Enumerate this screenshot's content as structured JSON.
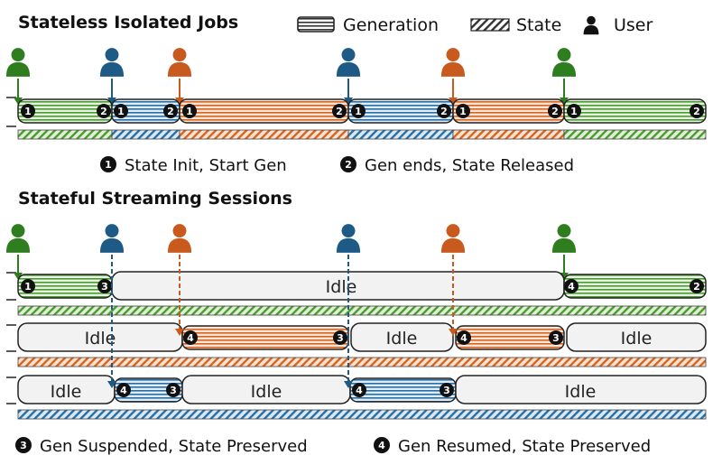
{
  "titles": {
    "stateless": "Stateless Isolated Jobs",
    "stateful": "Stateful Streaming Sessions"
  },
  "legend": {
    "generation": "Generation",
    "state": "State",
    "user": "User"
  },
  "notes": {
    "n1": {
      "num": "1",
      "text": "State Init, Start Gen"
    },
    "n2": {
      "num": "2",
      "text": "Gen ends, State Released"
    },
    "n3": {
      "num": "3",
      "text": "Gen Suspended, State Preserved"
    },
    "n4": {
      "num": "4",
      "text": "Gen Resumed, State Preserved"
    }
  },
  "idle_label": "Idle",
  "colors": {
    "green": "#2e7d1f",
    "blue": "#1d5b86",
    "orange": "#c85a1e",
    "green_fill": "#cfe8c4",
    "blue_fill": "#c6dcef",
    "orange_fill": "#f6cdb3",
    "idle_fill": "#f2f2f2"
  }
}
